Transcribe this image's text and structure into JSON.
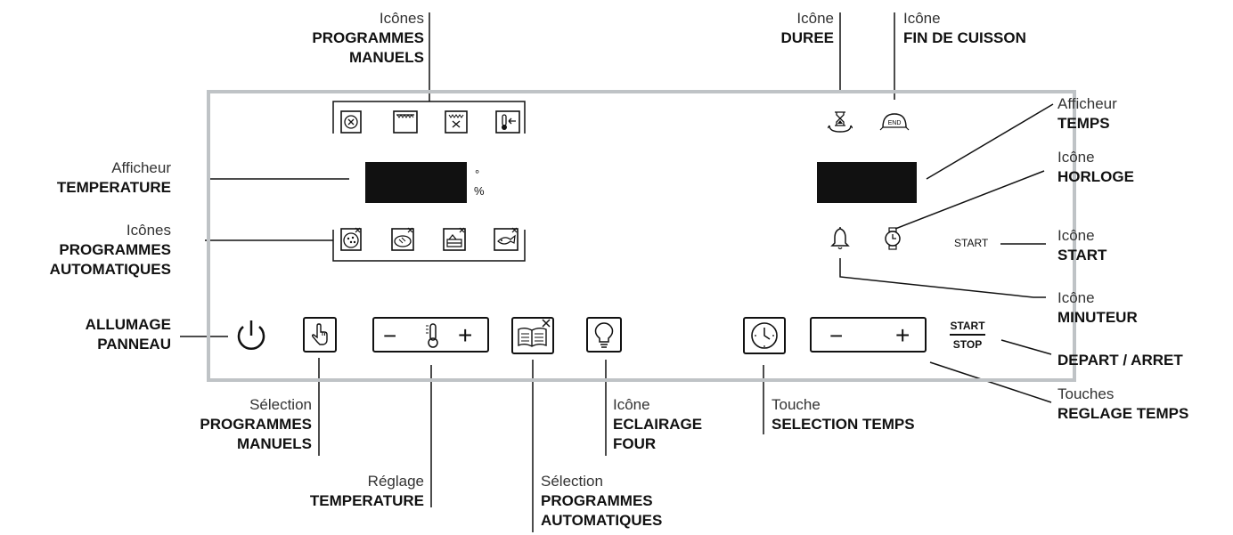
{
  "labels": {
    "icones_prog_manuels": {
      "t": "Icônes",
      "b1": "PROGRAMMES",
      "b2": "MANUELS"
    },
    "icone_duree": {
      "t": "Icône",
      "b1": "DUREE"
    },
    "icone_fin": {
      "t": "Icône",
      "b1": "FIN DE CUISSON"
    },
    "afficheur_temps": {
      "t": "Afficheur",
      "b1": "TEMPS"
    },
    "icone_horloge": {
      "t": "Icône",
      "b1": "HORLOGE"
    },
    "icone_start": {
      "t": "Icône",
      "b1": "START"
    },
    "icone_minuteur": {
      "t": "Icône",
      "b1": "MINUTEUR"
    },
    "depart_arret": {
      "b1": "DEPART / ARRET"
    },
    "touches_reglage": {
      "t": "Touches",
      "b1": "REGLAGE TEMPS"
    },
    "touche_selection": {
      "t": "Touche",
      "b1": "SELECTION TEMPS"
    },
    "icone_eclairage": {
      "t": "Icône",
      "b1": "ECLAIRAGE",
      "b2": "FOUR"
    },
    "selection_prog_auto": {
      "t": "Sélection",
      "b1": "PROGRAMMES",
      "b2": "AUTOMATIQUES"
    },
    "reglage_temperature": {
      "t": "Réglage",
      "b1": "TEMPERATURE"
    },
    "selection_prog_manuels": {
      "t": "Sélection",
      "b1": "PROGRAMMES",
      "b2": "MANUELS"
    },
    "allumage": {
      "b1": "ALLUMAGE",
      "b2": "PANNEAU"
    },
    "icones_prog_auto": {
      "t": "Icônes",
      "b1": "PROGRAMMES",
      "b2": "AUTOMATIQUES"
    },
    "afficheur_temperature": {
      "t": "Afficheur",
      "b1": "TEMPERATURE"
    }
  },
  "panel": {
    "degree": "°",
    "percent": "%",
    "start": "START",
    "startstop_top": "START",
    "startstop_bottom": "STOP",
    "end": "END",
    "minus": "−",
    "plus": "+"
  }
}
